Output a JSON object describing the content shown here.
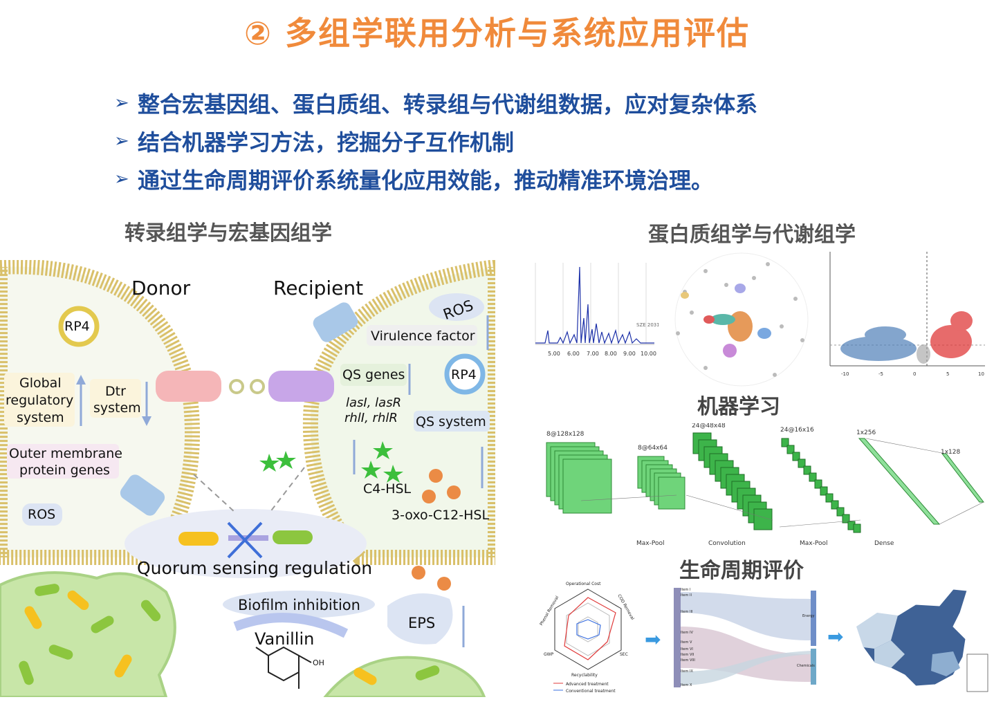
{
  "header": {
    "title": "② 多组学联用分析与系统应用评估"
  },
  "bullets": [
    {
      "marker": "➢",
      "text": "整合宏基因组、蛋白质组、转录组与代谢组数据，应对复杂体系"
    },
    {
      "marker": "➢",
      "text": "结合机器学习方法，挖掘分子互作机制"
    },
    {
      "marker": "➢",
      "text": "通过生命周期评价系统量化应用效能，推动精准环境治理。"
    }
  ],
  "left_panel": {
    "title": "转录组学与宏基因组学",
    "labels": {
      "donor": "Donor",
      "recipient": "Recipient",
      "rp4_left": "RP4",
      "rp4_right": "RP4",
      "global_reg": [
        "Global",
        "regulatory",
        "system"
      ],
      "dtr": [
        "Dtr",
        "system"
      ],
      "outer_membrane": [
        "Outer membrane",
        "protein genes"
      ],
      "ros_left": "ROS",
      "ros_right": "ROS",
      "virulence": "Virulence factor",
      "qs_genes": "QS genes",
      "las": "lasI, lasR",
      "rhl": "rhlI, rhlR",
      "qs_system": "QS system",
      "c4hsl": "C4-HSL",
      "oxo": "3-oxo-C12-HSL",
      "quorum": "Quorum sensing regulation",
      "biofilm": "Biofilm inhibition",
      "vanillin": "Vanillin",
      "eps": "EPS",
      "oh": "OH"
    }
  },
  "right_panel": {
    "title": "蛋白质组学与代谢组学",
    "spectrum_ticks": [
      "5.00",
      "6.00",
      "7.00",
      "8.00",
      "9.00",
      "10.00"
    ],
    "spectrum_note": "SZE 2031",
    "volcano_ticks": [
      "-10",
      "-5",
      "0",
      "5",
      "10"
    ],
    "ml_title": "机器学习",
    "cnn_layers": [
      "8@128x128",
      "8@64x64",
      "24@48x48",
      "24@16x16",
      "1x256",
      "1x128"
    ],
    "cnn_ops": [
      "Max-Pool",
      "Convolution",
      "Max-Pool",
      "Dense"
    ],
    "lca_title": "生命周期评价",
    "radar_axes": [
      "Operational Cost",
      "COD Removal",
      "SEC",
      "Recyclability",
      "GWP",
      "Phenol Removal"
    ],
    "radar_legend": [
      "Advanced treatment",
      "Conventional treatment"
    ],
    "sankey_left": [
      "Item I",
      "Item II",
      "Item III",
      "Item IV",
      "Item V",
      "Item VI",
      "Item VII",
      "Item VIII",
      "Item IX",
      "Item X"
    ],
    "sankey_right": [
      "Energy",
      "Chemicals"
    ]
  },
  "colors": {
    "title": "#F08A3B",
    "bullet": "#1F4E9C",
    "membrane": "#D9C06A",
    "cell": "#F2F7E8",
    "green_cnn": "#3DB44A"
  }
}
